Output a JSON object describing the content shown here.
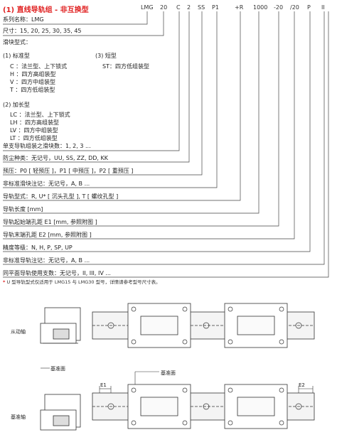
{
  "title": "(1) 直线导轨组 - 非互换型",
  "code_parts": [
    "LMG",
    "20",
    "C",
    "2",
    "SS",
    "P1",
    "+R",
    "1000",
    "-20",
    "/20",
    "P",
    "II"
  ],
  "spec": {
    "series": "系列名称：LMG",
    "size": "尺寸：15, 20, 25, 30, 35, 45",
    "block_type": "滑块型式：",
    "standard_head": "(1) 标准型",
    "standard_items": [
      "C ：法兰型、上下锁式",
      "H ：四方高组装型",
      "V ：四方中组装型",
      "T ：四方低组装型"
    ],
    "short_head": "(3) 短型",
    "short_items": [
      "ST：四方低组装型"
    ],
    "long_head": "(2) 加长型",
    "long_items": [
      "LC ：法兰型、上下锁式",
      "LH ：四方高组装型",
      "LV ：四方中组装型",
      "LT ：四方低组装型"
    ],
    "rows": [
      "单支导轨组装之滑块数：1, 2, 3 ...",
      "防尘种类：无记号，UU, SS, ZZ, DD, KK",
      "预压：P0 [ 轻预压 ]，P1 [ 中预压 ]，P2 [ 重预压 ]",
      "非标准滑块注记：无记号，A, B ...",
      "导轨型式：R, U* [ 沉头孔型 ], T [ 螺纹孔型 ]",
      "导轨长度 [mm]",
      "导轨起始端孔距 E1 [mm, 参照附图 ]",
      "导轨末端孔距 E2 [mm, 参照附图 ]",
      "精度等级：N, H, P, SP, UP",
      "非标准导轨注记：无记号，A, B ...",
      "同平面导轨使用支数：无记号，II, III, IV ..."
    ]
  },
  "note_star": "*",
  "note": " U 型导轨型式仅适用于 LMG15 与 LMG30 型号，详情请参考型号尺寸表。",
  "drawing": {
    "driven_side": "从动轴",
    "datum_face_1": "基准面",
    "datum_face_2": "基准面",
    "datum_axis": "基准轴",
    "e1": "E1",
    "e2": "E2"
  }
}
